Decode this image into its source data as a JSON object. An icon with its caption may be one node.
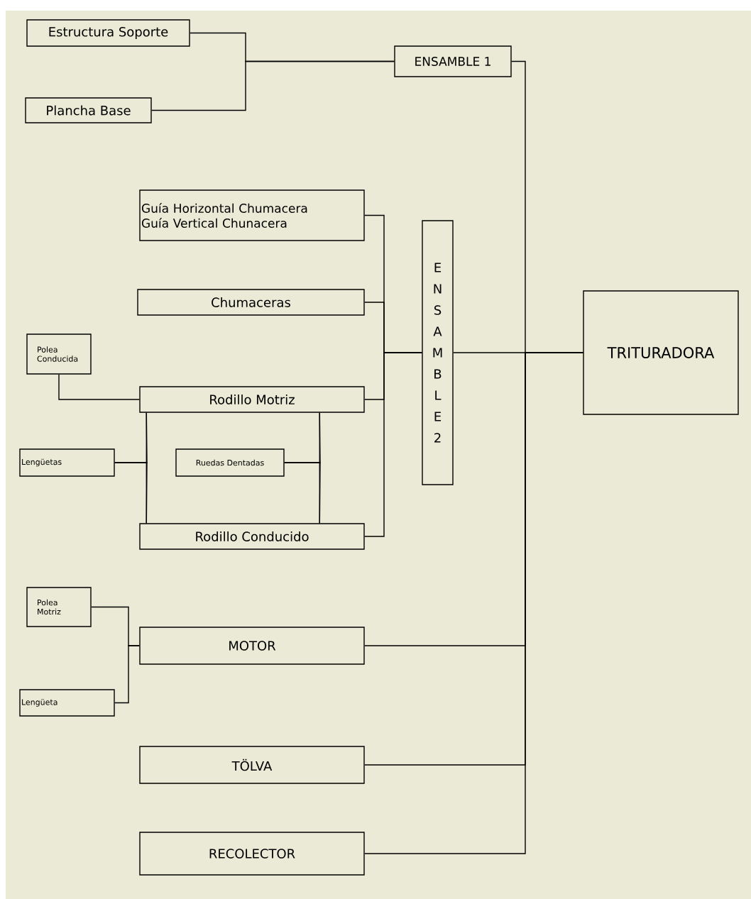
{
  "diagram": {
    "nodes": [
      {
        "text": [
          "Estructura Soporte"
        ]
      },
      {
        "text": [
          "Plancha Base"
        ]
      },
      {
        "text": [
          "ENSAMBLE 1"
        ]
      },
      {
        "text": [
          "Guía Horizontal Chumacera",
          "Guía Vertical Chunacera"
        ]
      },
      {
        "text": [
          "Chumaceras"
        ]
      },
      {
        "text": [
          "Polea Conducida"
        ]
      },
      {
        "text": [
          "Rodillo Motriz"
        ]
      },
      {
        "text": [
          "Lengüetas"
        ]
      },
      {
        "text": [
          "Ruedas Dentadas"
        ]
      },
      {
        "text": [
          "Rodillo Conducido"
        ]
      },
      {
        "text": [
          "ENSAMBLE 2"
        ]
      },
      {
        "text": [
          "TRITURADORA"
        ]
      },
      {
        "text": [
          "Polea Motriz"
        ]
      },
      {
        "text": [
          "MOTOR"
        ]
      },
      {
        "text": [
          "Lengüeta"
        ]
      },
      {
        "text": [
          "TÖLVA"
        ]
      },
      {
        "text": [
          "RECOLECTOR"
        ]
      }
    ],
    "edges": [
      {
        "from": 0,
        "to": 2,
        "arrow": "none"
      },
      {
        "from": 1,
        "to": 2,
        "arrow": "none"
      },
      {
        "from": 2,
        "to": 11,
        "arrow": "none"
      },
      {
        "from": 3,
        "to": 10,
        "arrow": "none"
      },
      {
        "from": 4,
        "to": 10,
        "arrow": "none"
      },
      {
        "from": 6,
        "to": 10,
        "arrow": "none"
      },
      {
        "from": 9,
        "to": 10,
        "arrow": "none"
      },
      {
        "from": 10,
        "to": 11,
        "arrow": "none"
      },
      {
        "from": 13,
        "to": 11,
        "arrow": "none"
      },
      {
        "from": 15,
        "to": 11,
        "arrow": "none"
      },
      {
        "from": 16,
        "to": 11,
        "arrow": "none"
      },
      {
        "from": 5,
        "to": 6,
        "arrow": "none"
      },
      {
        "from": 6,
        "to": 9,
        "arrow": "none"
      },
      {
        "from": 6,
        "to": 9,
        "arrow": "none"
      },
      {
        "from": 7,
        "to": 6,
        "arrow": "none"
      },
      {
        "from": 7,
        "to": 9,
        "arrow": "none"
      },
      {
        "from": 8,
        "to": 6,
        "arrow": "none"
      },
      {
        "from": 8,
        "to": 9,
        "arrow": "none"
      },
      {
        "from": 12,
        "to": 13,
        "arrow": "none"
      },
      {
        "from": 14,
        "to": 13,
        "arrow": "none"
      }
    ]
  }
}
